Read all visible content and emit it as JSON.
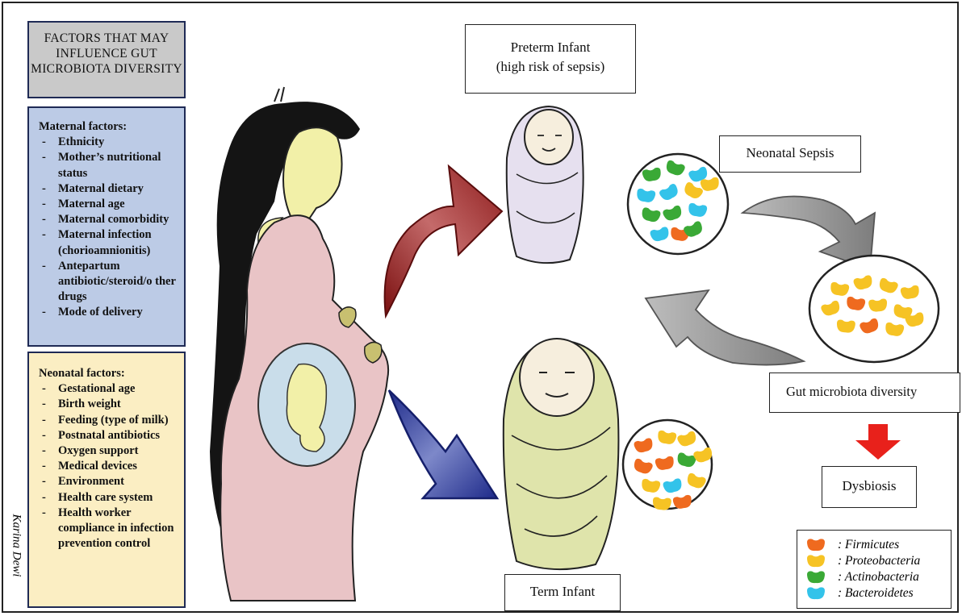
{
  "factors": {
    "title": "FACTORS THAT MAY INFLUENCE GUT MICROBIOTA DIVERSITY",
    "maternal": {
      "heading": "Maternal factors:",
      "items": [
        "Ethnicity",
        "Mother’s nutritional status",
        "Maternal dietary",
        "Maternal age",
        "Maternal comorbidity",
        "Maternal infection (chorioamnionitis)",
        "Antepartum antibiotic/steroid/o ther drugs",
        "Mode of delivery"
      ]
    },
    "neonatal": {
      "heading": "Neonatal factors:",
      "items": [
        "Gestational age",
        "Birth weight",
        "Feeding (type of milk)",
        "Postnatal antibiotics",
        "Oxygen support",
        "Medical devices",
        "Environment",
        "Health care system",
        "Health worker compliance in infection prevention control"
      ]
    }
  },
  "labels": {
    "preterm_line1": "Preterm Infant",
    "preterm_line2": "(high risk of sepsis)",
    "sepsis": "Neonatal Sepsis",
    "term": "Term Infant",
    "diversity": "Gut microbiota diversity",
    "dysbiosis": "Dysbiosis"
  },
  "legend": [
    {
      "name": ": Firmicutes",
      "color": "#ef6a1f"
    },
    {
      "name": ": Proteobacteria",
      "color": "#f6c324"
    },
    {
      "name": ": Actinobacteria",
      "color": "#3aa936"
    },
    {
      "name": ": Bacteroidetes",
      "color": "#33c3ea"
    }
  ],
  "signature": "Karina Dewi",
  "colors": {
    "maternal_box": "#bccbe6",
    "neonatal_box": "#fbeec3",
    "title_box": "#c9c9c9",
    "red_arrow": "#9e2a2a",
    "blue_arrow": "#3a4aa0",
    "gray_arrow": "#9a9a9a",
    "down_arrow": "#e8211b"
  }
}
